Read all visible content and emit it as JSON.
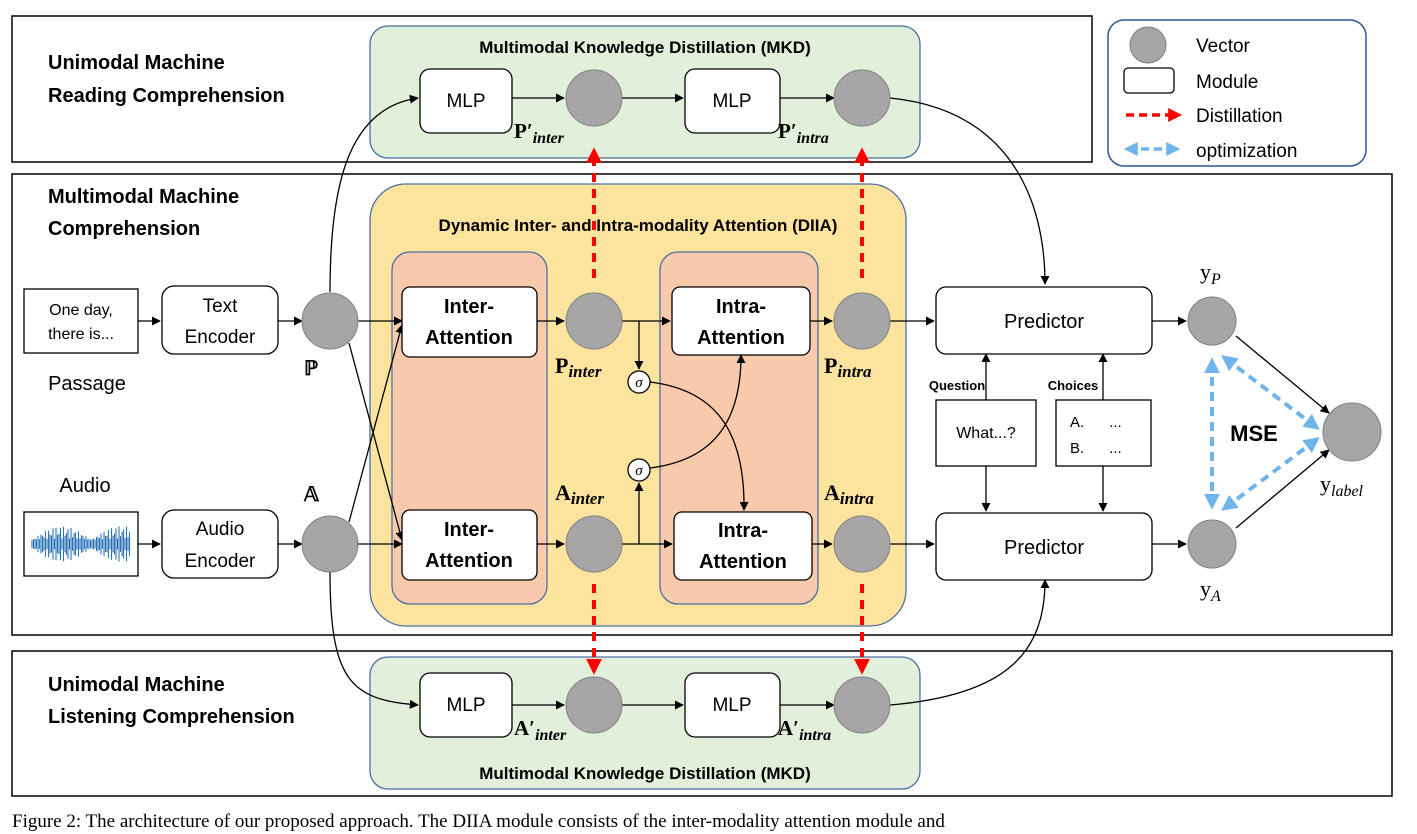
{
  "sections": {
    "reading": {
      "line1": "Unimodal Machine",
      "line2": "Reading Comprehension"
    },
    "multimodal": {
      "line1": "Multimodal Machine",
      "line2": "Comprehension"
    },
    "listening": {
      "line1": "Unimodal Machine",
      "line2": "Listening Comprehension"
    }
  },
  "mkd_title": "Multimodal Knowledge Distillation (MKD)",
  "diia_title": "Dynamic Inter- and Intra-modality  Attention (DIIA)",
  "legend": {
    "vector": "Vector",
    "module": "Module",
    "distillation": "Distillation",
    "optimization": "optimization"
  },
  "inputs": {
    "passage_text_line1": "One day,",
    "passage_text_line2": "there is...",
    "passage_label": "Passage",
    "audio_label": "Audio"
  },
  "modules": {
    "text_encoder": {
      "line1": "Text",
      "line2": "Encoder"
    },
    "audio_encoder": {
      "line1": "Audio",
      "line2": "Encoder"
    },
    "inter_attention": {
      "line1": "Inter-",
      "line2": "Attention"
    },
    "intra_attention": {
      "line1": "Intra-",
      "line2": "Attention"
    },
    "mlp": "MLP",
    "predictor": "Predictor"
  },
  "vector_labels": {
    "P": "ℙ",
    "A": "𝔸",
    "P_inter": {
      "base": "P",
      "sub": "inter"
    },
    "P_intra": {
      "base": "P",
      "sub": "intra"
    },
    "A_inter": {
      "base": "A",
      "sub": "inter"
    },
    "A_intra": {
      "base": "A",
      "sub": "intra"
    },
    "P_inter_prime": {
      "base": "P′",
      "sub": "inter"
    },
    "P_intra_prime": {
      "base": "P′",
      "sub": "intra"
    },
    "A_inter_prime": {
      "base": "A′",
      "sub": "inter"
    },
    "A_intra_prime": {
      "base": "A′",
      "sub": "intra"
    }
  },
  "gate_symbol": "σ",
  "question": {
    "label": "Question",
    "text": "What...?"
  },
  "choices": {
    "label": "Choices",
    "row1": "A.      ...",
    "row2": "B.      ..."
  },
  "outputs": {
    "yP": {
      "base": "y",
      "sub": "P"
    },
    "yA": {
      "base": "y",
      "sub": "A"
    },
    "ylabel": {
      "base": "y",
      "sub": "label"
    },
    "mse": "MSE"
  },
  "caption": "Figure 2: The architecture of our proposed approach. The DIIA module consists of the inter-modality attention module and"
}
